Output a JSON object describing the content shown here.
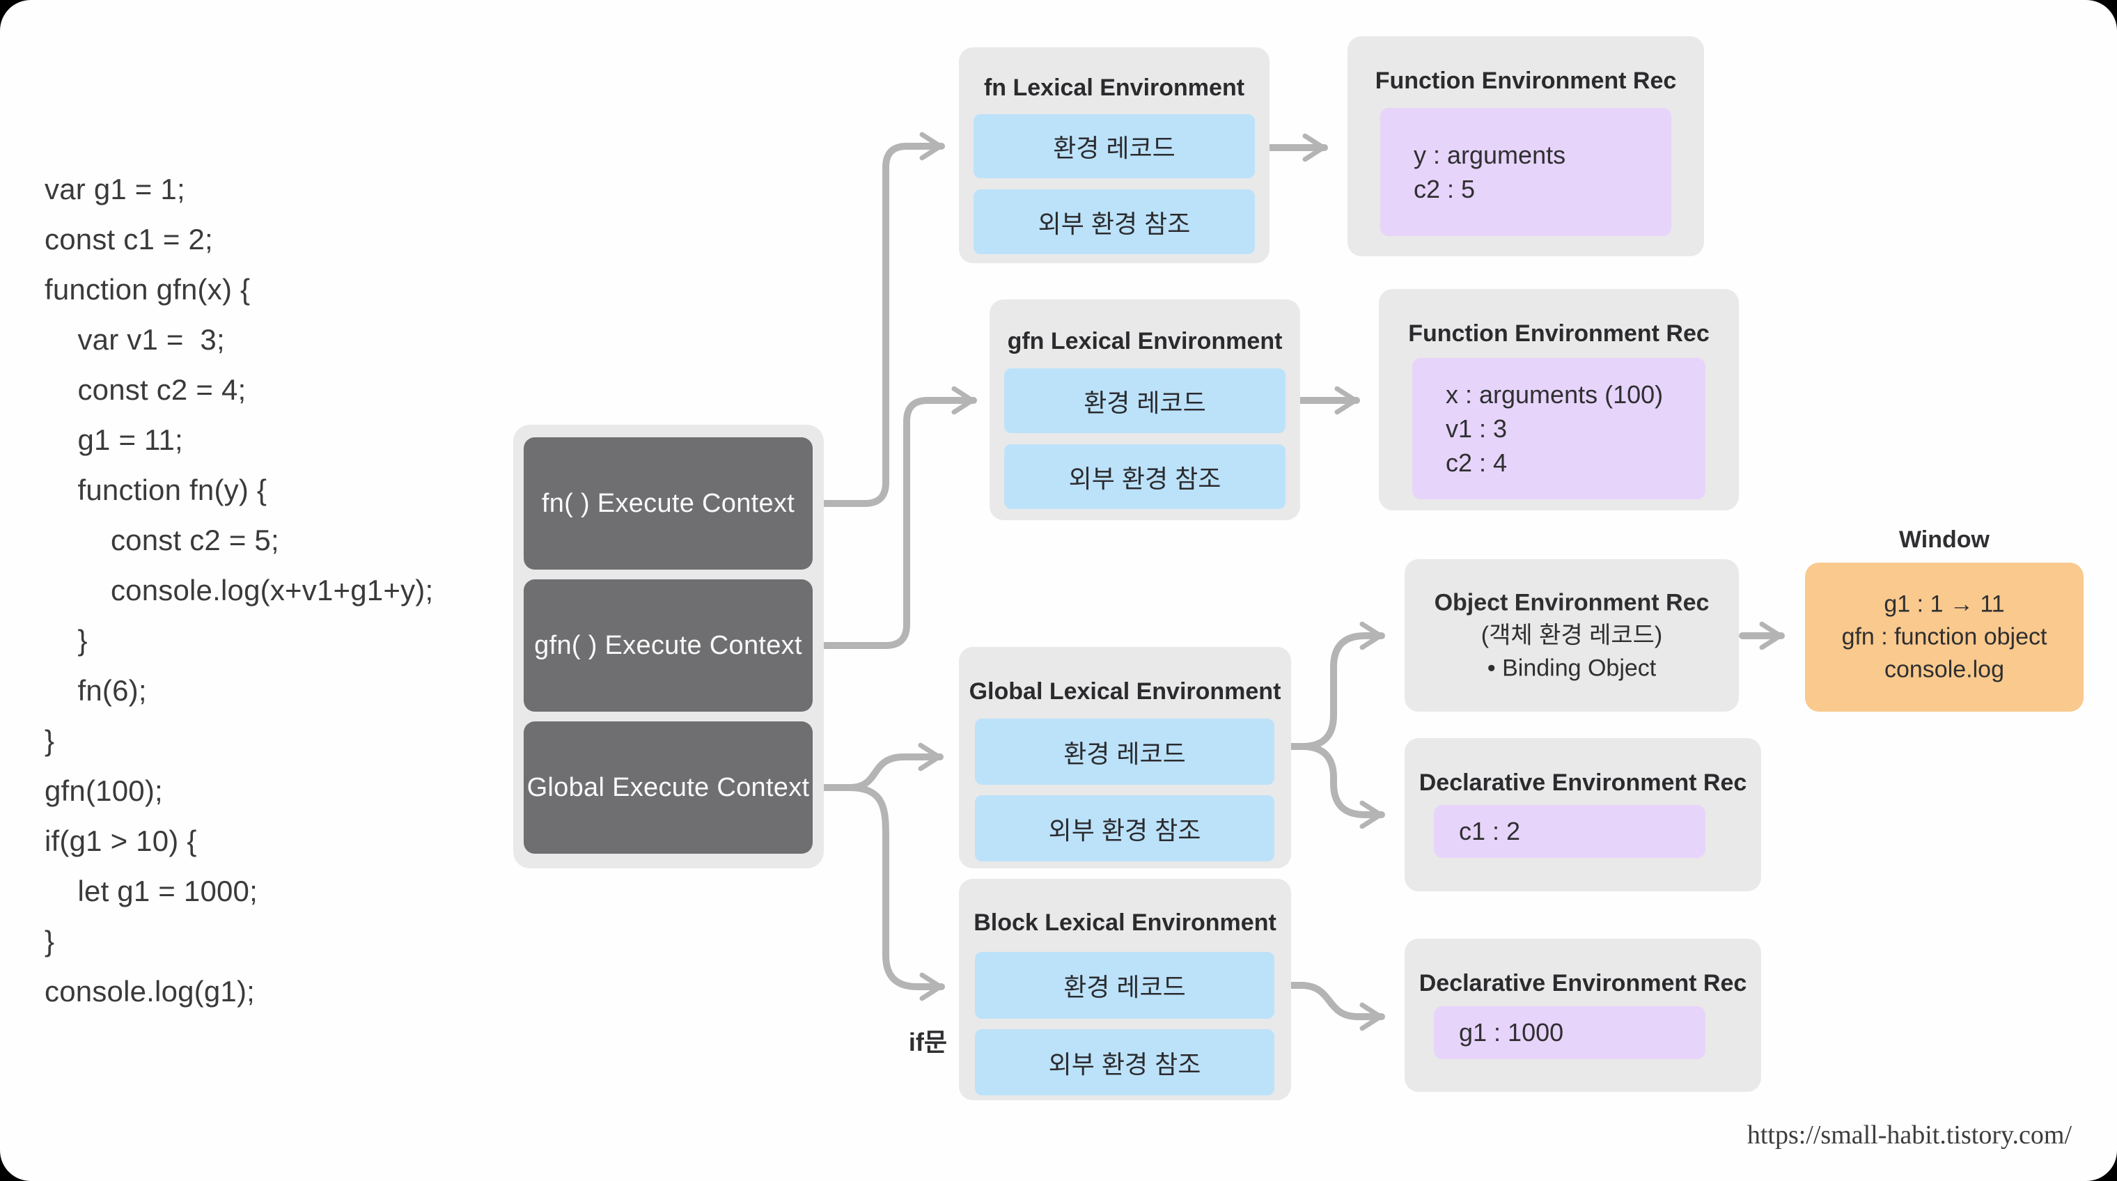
{
  "code": {
    "lines": [
      "var g1 = 1;",
      "const c1 = 2;",
      "function gfn(x) {",
      "    var v1 =  3;",
      "    const c2 = 4;",
      "    g1 = 11;",
      "    function fn(y) {",
      "        const c2 = 5;",
      "        console.log(x+v1+g1+y);",
      "    }",
      "    fn(6);",
      "}",
      "gfn(100);",
      "if(g1 > 10) {",
      "    let g1 = 1000;",
      "}",
      "console.log(g1);"
    ]
  },
  "execution_stack": {
    "items": [
      {
        "label": "fn( ) Execute Context"
      },
      {
        "label": "gfn( ) Execute Context"
      },
      {
        "label": "Global Execute Context"
      }
    ]
  },
  "lexical_environments": {
    "fn": {
      "title": "fn Lexical Environment",
      "record": "환경 레코드",
      "outer_ref": "외부 환경 참조"
    },
    "gfn": {
      "title": "gfn Lexical Environment",
      "record": "환경 레코드",
      "outer_ref": "외부 환경 참조"
    },
    "global": {
      "title": "Global Lexical Environment",
      "record": "환경 레코드",
      "outer_ref": "외부 환경 참조"
    },
    "block": {
      "title": "Block Lexical Environment",
      "record": "환경 레코드",
      "outer_ref": "외부 환경 참조"
    }
  },
  "records": {
    "fn_env_rec": {
      "title": "Function Environment Rec",
      "entries": [
        "y : arguments",
        "c2 : 5"
      ]
    },
    "gfn_env_rec": {
      "title": "Function Environment Rec",
      "entries": [
        "x : arguments (100)",
        "v1 : 3",
        "c2 : 4"
      ]
    },
    "object_env_rec": {
      "title": "Object Environment Rec",
      "subtitle": "(객체 환경 레코드)",
      "bullet": "•  Binding Object"
    },
    "decl_env_rec_global": {
      "title": "Declarative Environment Rec",
      "entry": "c1 : 2"
    },
    "decl_env_rec_block": {
      "title": "Declarative Environment Rec",
      "entry": "g1 : 1000"
    }
  },
  "window_object": {
    "label": "Window",
    "lines": [
      "g1 : 1 → 11",
      "gfn : function object",
      "console.log"
    ]
  },
  "annotations": {
    "if_label": "if문",
    "source_url": "https://small-habit.tistory.com/"
  },
  "colors": {
    "container_gray": "#e9e9e9",
    "context_dark": "#6f6f71",
    "record_blue": "#bce2fa",
    "record_purple": "#e7d4fa",
    "window_orange": "#f9c98d",
    "arrow_gray": "#b4b4b4"
  }
}
